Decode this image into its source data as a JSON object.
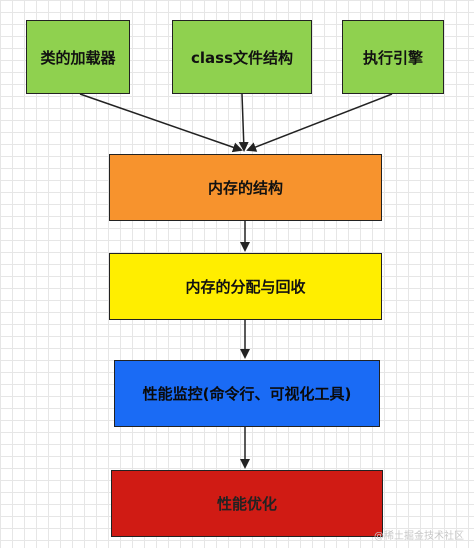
{
  "nodes": {
    "class_loader": "类的加载器",
    "class_file_structure": "class文件结构",
    "execution_engine": "执行引擎",
    "memory_structure": "内存的结构",
    "memory_alloc_gc": "内存的分配与回收",
    "perf_monitoring": "性能监控(命令行、可视化工具)",
    "perf_tuning": "性能优化"
  },
  "watermark": "@稀土掘金技术社区"
}
